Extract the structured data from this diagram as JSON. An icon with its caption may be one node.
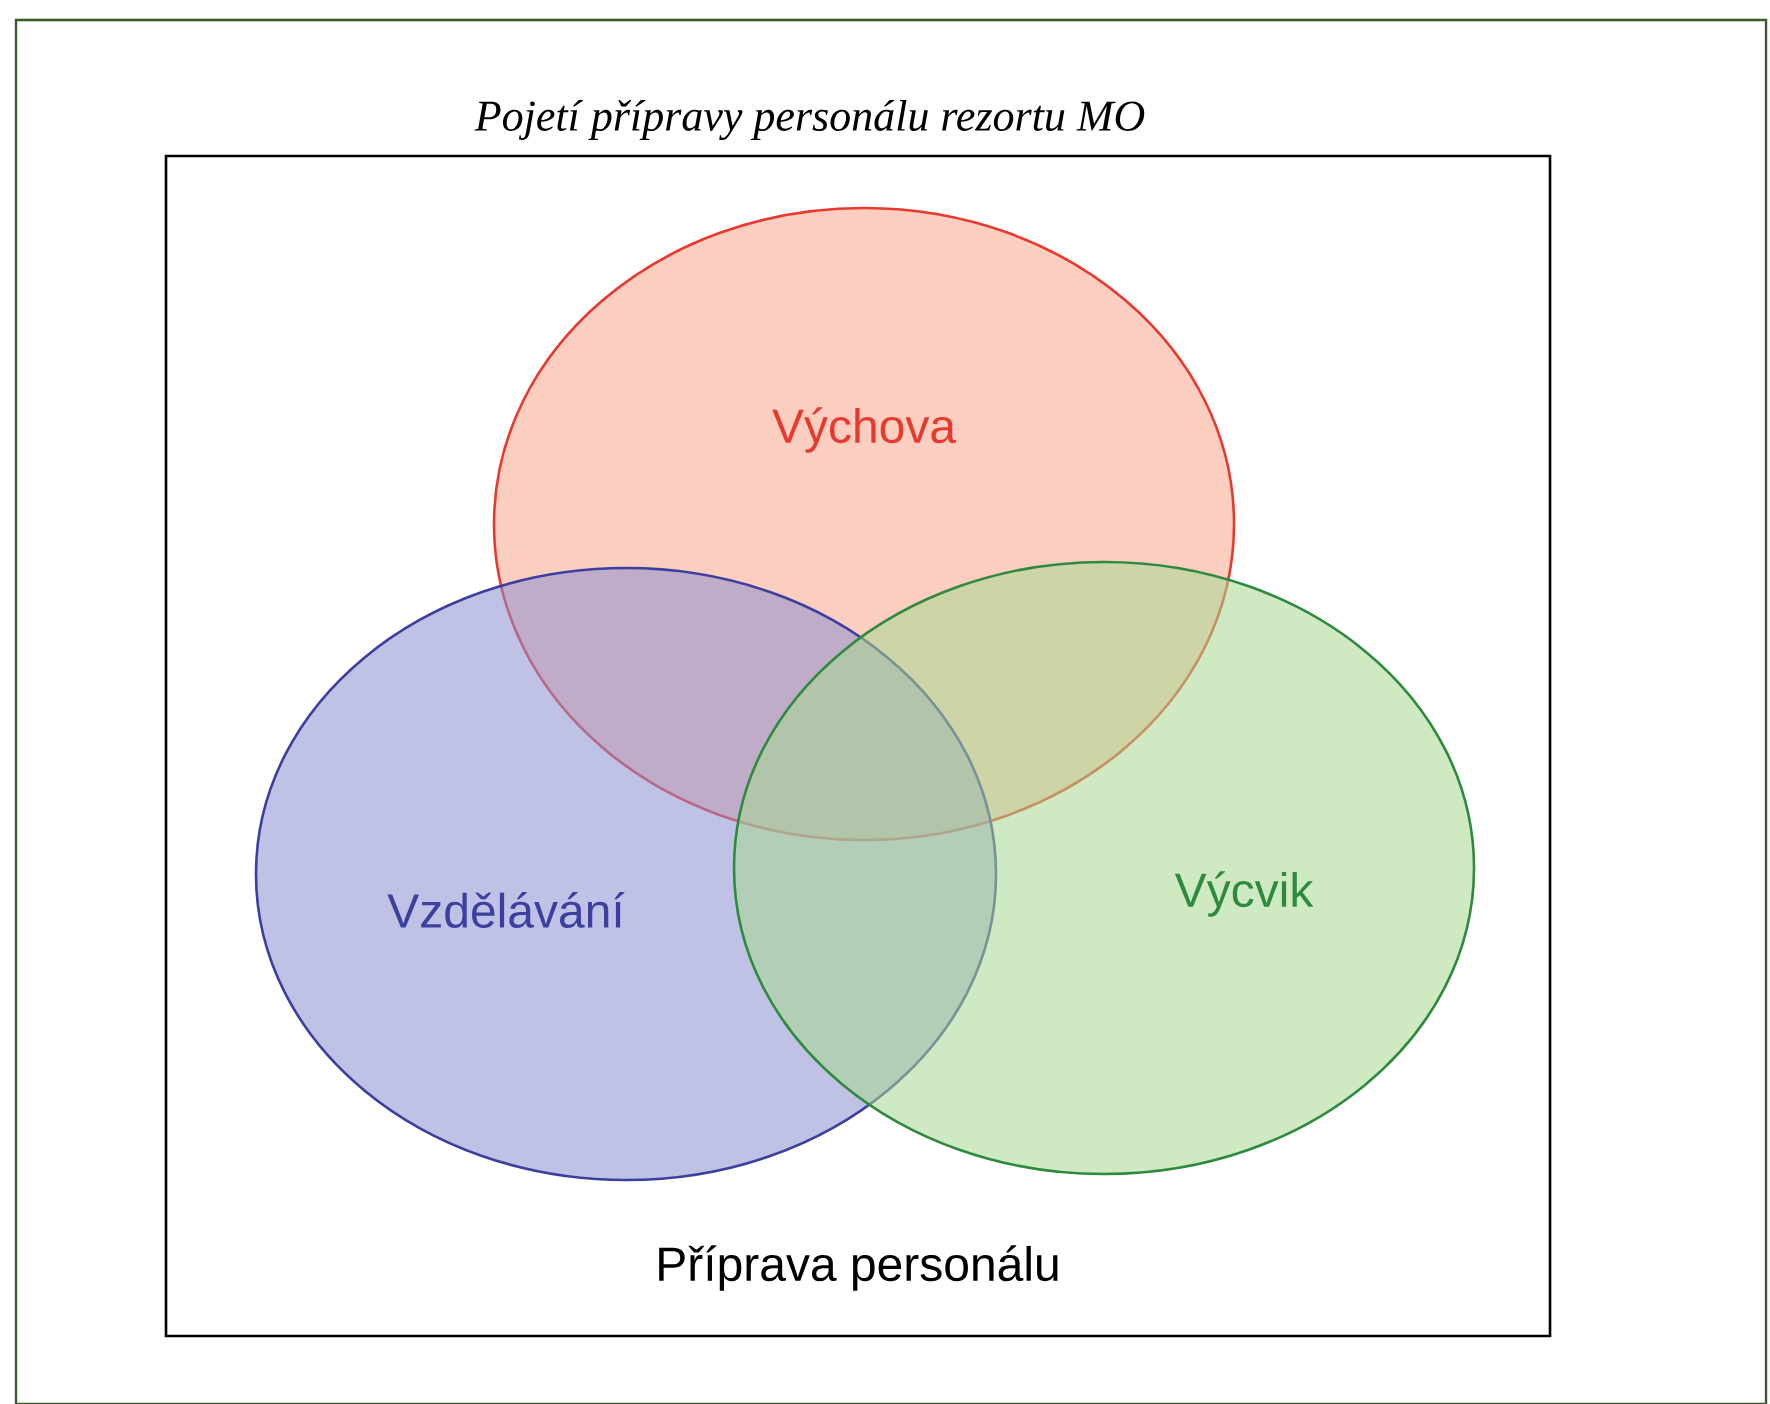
{
  "diagram": {
    "title": "Pojetí přípravy personálu rezortu MO",
    "nodes": [
      {
        "text": [
          "Příprava personálu"
        ]
      },
      {
        "text": [
          "Výchova"
        ],
        "in": 0
      },
      {
        "text": [
          "Vzdělávání"
        ],
        "in": 0
      },
      {
        "text": [
          "Výcvik"
        ],
        "in": 0
      }
    ]
  }
}
